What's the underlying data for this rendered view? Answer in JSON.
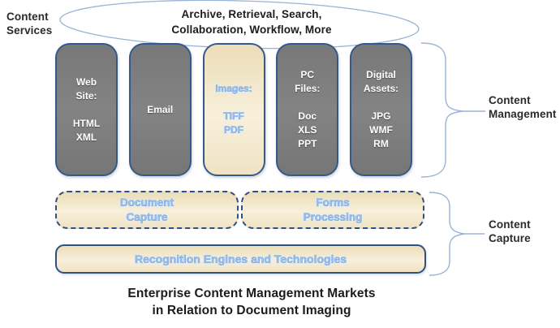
{
  "diagram": {
    "caption_lines": [
      "Enterprise Content Management Markets",
      "in Relation to Document Imaging"
    ],
    "colors": {
      "outline_blue": "#96B3D8",
      "shape_border_navy": "#35598E",
      "dashed_border_navy": "#2D5186",
      "gray_fill": "#7C7C7C",
      "tan_fill": "#F3E7C9",
      "glow_text_blue": "#9CC2EC",
      "dark_text": "#1c1c1c"
    }
  },
  "labels": {
    "content_services": {
      "line1": "Content",
      "line2": "Services"
    },
    "content_management": {
      "line1": "Content",
      "line2": "Management"
    },
    "content_capture": {
      "line1": "Content",
      "line2": "Capture"
    }
  },
  "services_ellipse": {
    "line1": "Archive, Retrieval, Search,",
    "line2": "Collaboration,  Workflow, More"
  },
  "columns": [
    {
      "id": "web-site",
      "variant": "gray",
      "lines": [
        "Web",
        "Site:",
        "",
        "HTML",
        "XML"
      ]
    },
    {
      "id": "email",
      "variant": "gray",
      "lines": [
        "Email"
      ]
    },
    {
      "id": "images",
      "variant": "tan",
      "lines": [
        "Images:",
        "",
        "TIFF",
        "PDF"
      ]
    },
    {
      "id": "pc-files",
      "variant": "gray",
      "lines": [
        "PC",
        "Files:",
        "",
        "Doc",
        "XLS",
        "PPT"
      ]
    },
    {
      "id": "digital-assets",
      "variant": "gray",
      "lines": [
        "Digital",
        "Assets:",
        "",
        "JPG",
        "WMF",
        "RM"
      ]
    }
  ],
  "capture_boxes": {
    "document_capture": {
      "line1": "Document",
      "line2": "Capture"
    },
    "forms_processing": {
      "line1": "Forms",
      "line2": "Processing"
    }
  },
  "recognition_box": {
    "label": "Recognition Engines and Technologies"
  }
}
